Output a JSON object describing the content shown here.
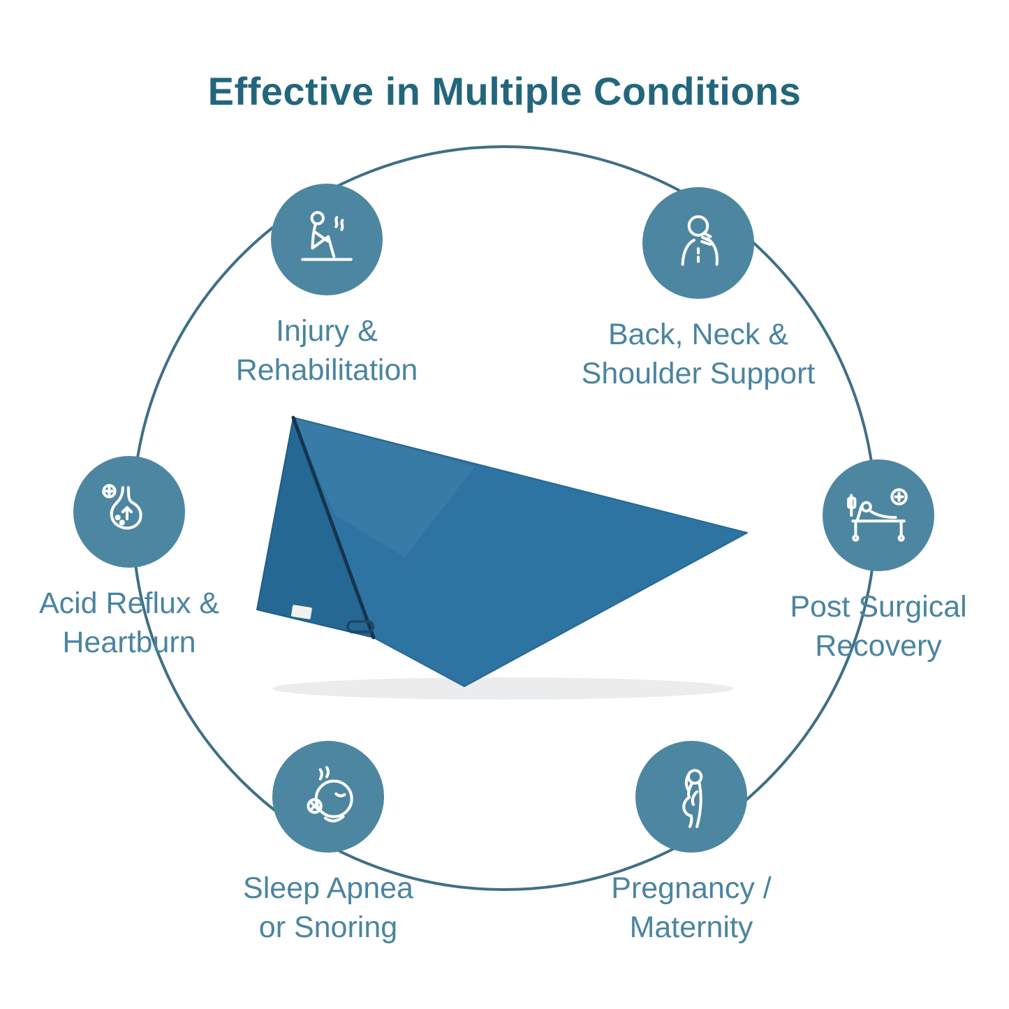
{
  "title": "Effective in Multiple Conditions",
  "colors": {
    "background": "#ffffff",
    "title_text": "#23667c",
    "label_text": "#4a84a0",
    "icon_circle_fill": "#4d86a1",
    "ring_stroke": "#3f6f85",
    "pillow_top": "#2e74a2",
    "pillow_side": "#256894",
    "pillow_piping": "#16344c"
  },
  "conditions": [
    {
      "id": "injury",
      "icon": "injury-rehabilitation-icon",
      "label_line1": "Injury &",
      "label_line2": "Rehabilitation"
    },
    {
      "id": "back-neck",
      "icon": "back-neck-shoulder-icon",
      "label_line1": "Back, Neck &",
      "label_line2": "Shoulder Support"
    },
    {
      "id": "acid-reflux",
      "icon": "acid-reflux-icon",
      "label_line1": "Acid Reflux &",
      "label_line2": "Heartburn"
    },
    {
      "id": "post-surgical",
      "icon": "post-surgical-icon",
      "label_line1": "Post Surgical",
      "label_line2": "Recovery"
    },
    {
      "id": "sleep-apnea",
      "icon": "sleep-apnea-icon",
      "label_line1": "Sleep Apnea",
      "label_line2": "or Snoring"
    },
    {
      "id": "pregnancy",
      "icon": "pregnancy-maternity-icon",
      "label_line1": "Pregnancy /",
      "label_line2": "Maternity"
    }
  ],
  "product": {
    "image": "wedge-pillow-photo"
  }
}
